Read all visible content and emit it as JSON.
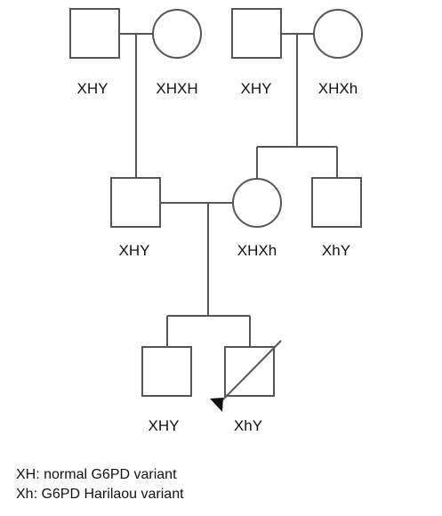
{
  "colors": {
    "stroke": "#555555",
    "text": "#111111",
    "background": "#ffffff"
  },
  "generation1": {
    "left_father": {
      "genotype": "XHY",
      "sex": "male"
    },
    "left_mother": {
      "genotype": "XHXH",
      "sex": "female"
    },
    "right_father": {
      "genotype": "XHY",
      "sex": "male"
    },
    "right_mother": {
      "genotype": "XHXh",
      "sex": "female"
    }
  },
  "generation2": {
    "father": {
      "genotype": "XHY",
      "sex": "male"
    },
    "mother": {
      "genotype": "XHXh",
      "sex": "female"
    },
    "mother_brother": {
      "genotype": "XhY",
      "sex": "male"
    }
  },
  "generation3": {
    "son1": {
      "genotype": "XHY",
      "sex": "male"
    },
    "son2_proband": {
      "genotype": "XhY",
      "sex": "male",
      "deceased": true,
      "proband": true
    }
  },
  "legend": {
    "line1": "XH: normal G6PD variant",
    "line2": "Xh: G6PD Harilaou variant"
  }
}
